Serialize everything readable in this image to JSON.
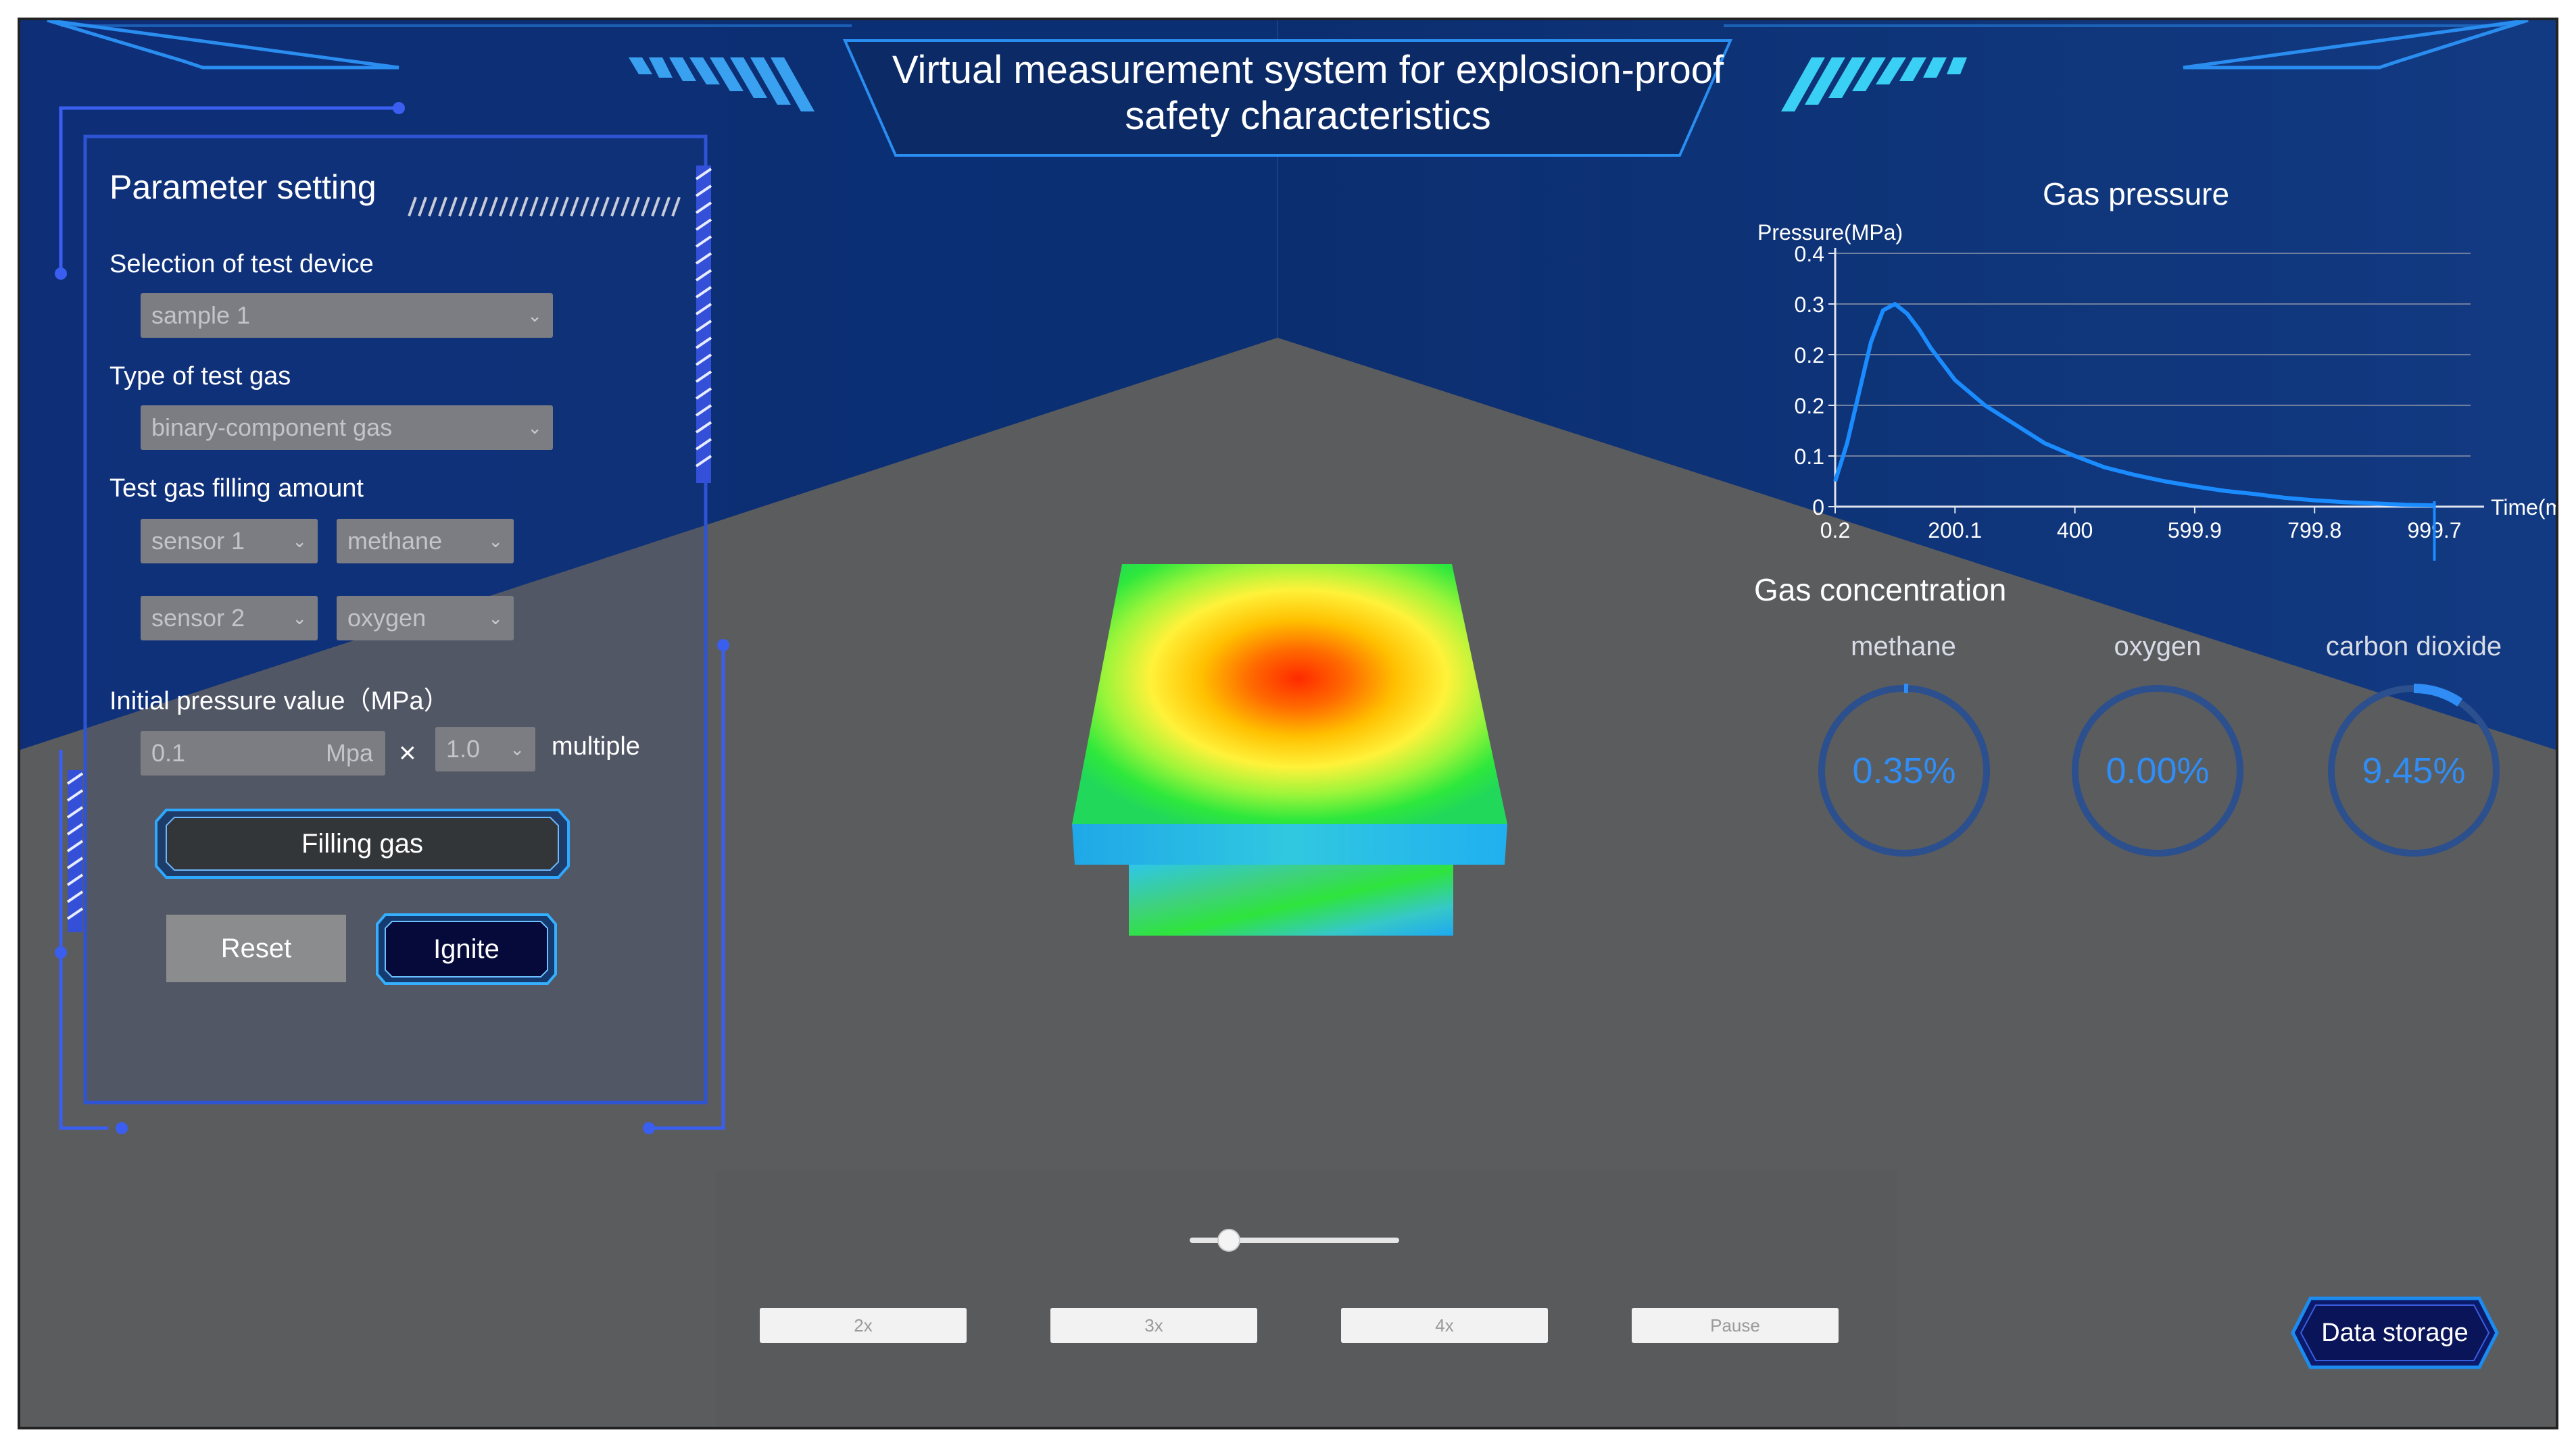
{
  "header": {
    "title_line1": "Virtual measurement system for explosion-proof",
    "title_line2": "safety characteristics"
  },
  "panel": {
    "title": "Parameter setting",
    "device_label": "Selection of test device",
    "device_value": "sample 1",
    "gas_type_label": "Type of test gas",
    "gas_type_value": "binary-component gas",
    "filling_label": "Test gas filling amount",
    "sensor1": "sensor 1",
    "sensor1_gas": "methane",
    "sensor2": "sensor 2",
    "sensor2_gas": "oxygen",
    "pressure_label": "Initial pressure value（MPa）",
    "pressure_value": "0.1",
    "pressure_unit": "Mpa",
    "times_sign": "×",
    "multiple_value": "1.0",
    "multiple_label": "multiple",
    "filling_button": "Filling gas",
    "reset_button": "Reset",
    "ignite_button": "Ignite"
  },
  "chart_data": {
    "type": "line",
    "title": "Gas pressure",
    "ylabel": "Pressure(MPa)",
    "xlabel": "Time(ms)",
    "xlim": [
      0.2,
      1060
    ],
    "ylim": [
      0,
      0.4
    ],
    "x_ticks": [
      "0.2",
      "200.1",
      "400",
      "599.9",
      "799.8",
      "999.7"
    ],
    "y_ticks": [
      "0",
      "0.1",
      "0.2",
      "0.2",
      "0.3",
      "0.4"
    ],
    "grid": true,
    "series": [
      {
        "color": "#1a8cff",
        "x": [
          0.2,
          20,
          40,
          60,
          80,
          100,
          120,
          140,
          160,
          180,
          200,
          250,
          300,
          350,
          400,
          450,
          500,
          550,
          600,
          650,
          700,
          750,
          800,
          850,
          900,
          950,
          1000
        ],
        "y": [
          0.04,
          0.1,
          0.18,
          0.26,
          0.31,
          0.32,
          0.305,
          0.28,
          0.25,
          0.225,
          0.2,
          0.16,
          0.13,
          0.1,
          0.08,
          0.062,
          0.05,
          0.04,
          0.032,
          0.025,
          0.02,
          0.014,
          0.01,
          0.007,
          0.005,
          0.003,
          0.002
        ]
      }
    ]
  },
  "concentration": {
    "title": "Gas concentration",
    "accent_color": "#2f8df5",
    "gauges": [
      {
        "label": "methane",
        "value": "0.35%",
        "fraction": 0.0035
      },
      {
        "label": "oxygen",
        "value": "0.00%",
        "fraction": 0.0
      },
      {
        "label": "carbon dioxide",
        "value": "9.45%",
        "fraction": 0.0945
      }
    ]
  },
  "controls": {
    "slider_fraction": 0.15,
    "speed_2x": "2x",
    "speed_3x": "3x",
    "speed_4x": "4x",
    "pause": "Pause",
    "data_storage": "Data storage"
  }
}
